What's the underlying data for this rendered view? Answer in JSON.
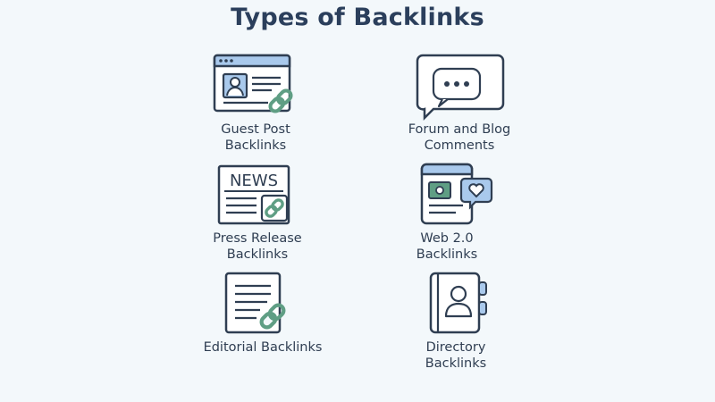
{
  "title": "Types of Backlinks",
  "items": [
    {
      "icon": "guest-post-browser-link-icon",
      "lines": [
        "Guest Post",
        "Backlinks"
      ]
    },
    {
      "icon": "speech-bubble-icon",
      "lines": [
        "Forum and Blog",
        "Comments"
      ]
    },
    {
      "icon": "newspaper-link-icon",
      "lines": [
        "Press Release",
        "Backlinks"
      ],
      "icon_text": "NEWS"
    },
    {
      "icon": "web-2-0-heart-icon",
      "lines": [
        "Web 2.0",
        "Backlinks"
      ]
    },
    {
      "icon": "editorial-document-link-icon",
      "lines": [
        "Editorial Backlinks"
      ]
    },
    {
      "icon": "directory-address-book-icon",
      "lines": [
        "Directory",
        "Backlinks"
      ]
    }
  ],
  "colors": {
    "background": "#f3f8fb",
    "outline": "#2f3e52",
    "accent_blue": "#a9c9ec",
    "accent_green": "#5f9e84",
    "title": "#2b3f5c"
  }
}
